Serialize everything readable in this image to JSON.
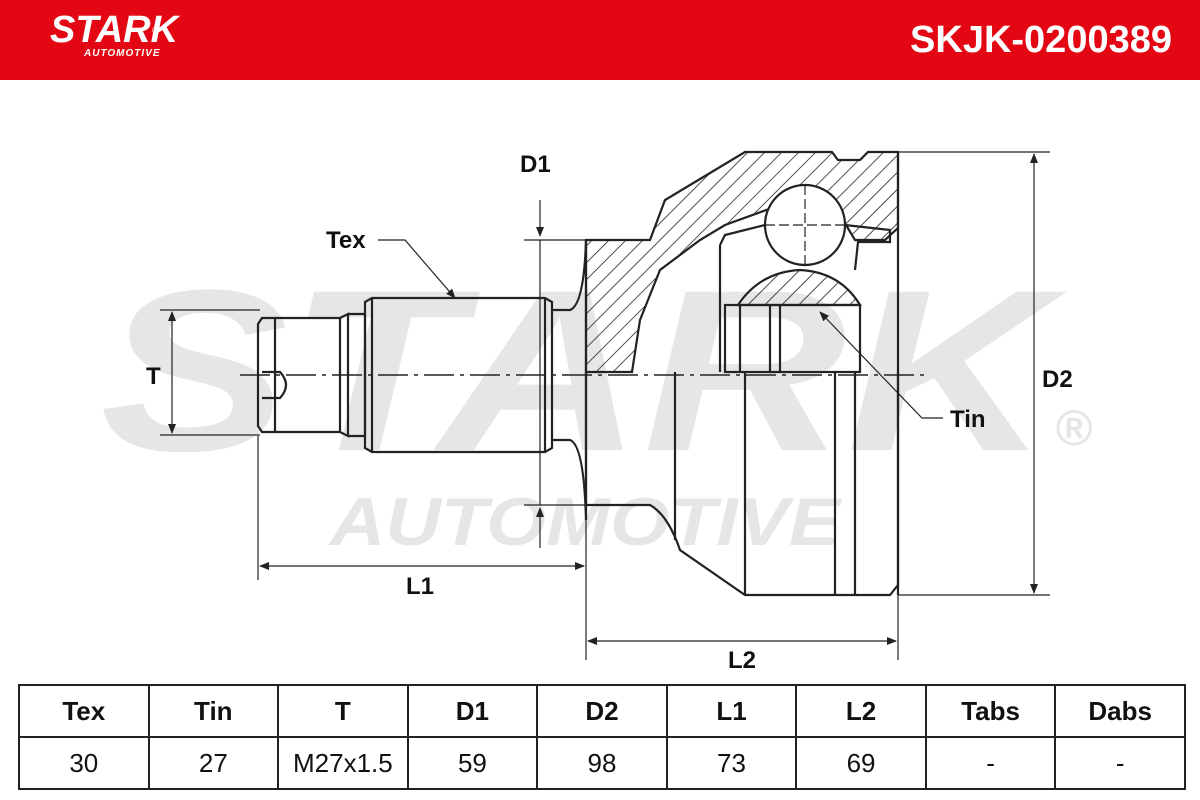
{
  "header": {
    "brand": "STARK",
    "brand_sub": "AUTOMOTIVE",
    "part_number": "SKJK-0200389",
    "background_color": "#e30613"
  },
  "watermark": {
    "brand": "STARK",
    "sub": "AUTOMOTIVE",
    "registered": "®"
  },
  "drawing": {
    "labels": {
      "tex": "Tex",
      "tin": "Tin",
      "t": "T",
      "d1": "D1",
      "d2": "D2",
      "l1": "L1",
      "l2": "L2"
    }
  },
  "spec_table": {
    "headers": [
      "Tex",
      "Tin",
      "T",
      "D1",
      "D2",
      "L1",
      "L2",
      "Tabs",
      "Dabs"
    ],
    "values": [
      "30",
      "27",
      "M27x1.5",
      "59",
      "98",
      "73",
      "69",
      "-",
      "-"
    ]
  }
}
